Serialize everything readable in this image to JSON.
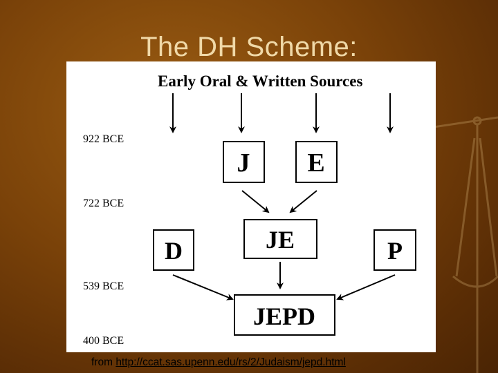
{
  "title": "The DH Scheme:",
  "diagram": {
    "heading": "Early Oral & Written Sources",
    "dates": [
      "922 BCE",
      "722 BCE",
      "539 BCE",
      "400 BCE"
    ],
    "boxes": {
      "j": "J",
      "e": "E",
      "je": "JE",
      "d": "D",
      "p": "P",
      "jepd": "JEPD"
    }
  },
  "source": {
    "prefix": "from ",
    "url": "http://ccat.sas.upenn.edu/rs/2/Judaism/jepd.html"
  }
}
